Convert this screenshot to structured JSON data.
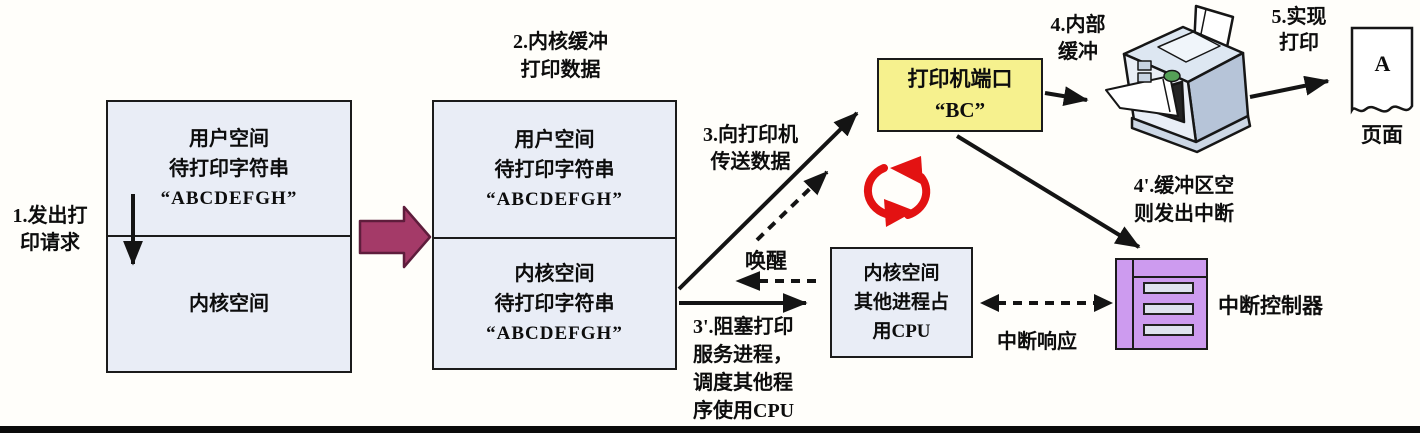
{
  "diagram_title": "printer-spooling-interrupt-flow",
  "steps": {
    "s1": {
      "l1": "1.发出打",
      "l2": "印请求"
    },
    "s2": {
      "l1": "2.内核缓冲",
      "l2": "打印数据"
    },
    "s3": {
      "l1": "3.向打印机",
      "l2": "传送数据"
    },
    "s3b": {
      "l1": "3'.阻塞打印",
      "l2": "服务进程，",
      "l3": "调度其他程",
      "l4": "序使用CPU"
    },
    "s4": {
      "l1": "4.内部",
      "l2": "缓冲"
    },
    "s4b": {
      "l1": "4'.缓冲区空",
      "l2": "则发出中断"
    },
    "s5": {
      "l1": "5.实现",
      "l2": "打印"
    },
    "wake": "唤醒",
    "interrupt_response": "中断响应",
    "interrupt_controller": "中断控制器",
    "page_label": "页面",
    "page_letter": "A"
  },
  "boxes": {
    "user_kernel_1": {
      "top": {
        "l1": "用户空间",
        "l2": "待打印字符串",
        "l3": "“ABCDEFGH”"
      },
      "bottom": {
        "l1": "内核空间"
      }
    },
    "user_kernel_2": {
      "top": {
        "l1": "用户空间",
        "l2": "待打印字符串",
        "l3": "“ABCDEFGH”"
      },
      "bottom": {
        "l1": "内核空间",
        "l2": "待打印字符串",
        "l3": "“ABCDEFGH”"
      }
    },
    "printer_port": {
      "l1": "打印机端口",
      "l2": "“BC”"
    },
    "cpu": {
      "l1": "内核空间",
      "l2": "其他进程占",
      "l3": "用CPU"
    }
  },
  "icons": {
    "printer": "printer-icon",
    "printed_page": "page-icon",
    "refresh_cycle": "refresh-cycle-icon",
    "block_arrow": "block-arrow-icon"
  },
  "colors": {
    "box_fill": "#e9edf6",
    "box_border": "#1b1b1b",
    "port_yellow": "#f6f18e",
    "controller_purple": "#cd9bef",
    "controller_slot": "#dfe3ef",
    "block_arrow_maroon": "#a43a68",
    "cycle_red": "#e31212",
    "arrow_black": "#141414",
    "background": "#fffefa"
  }
}
